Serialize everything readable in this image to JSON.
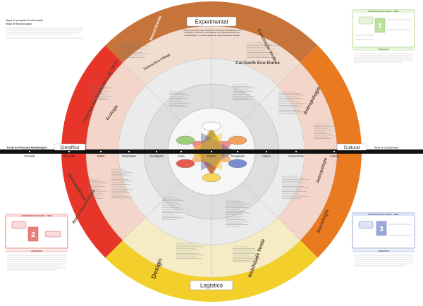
{
  "top_left": {
    "title_line1": "Mapa de pesquisa de informação",
    "title_line2": "Mapa de transpicuação"
  },
  "axis": {
    "left_label": "Ponto de Processo Metodológico",
    "right_label": "Áreas de Conhecimento",
    "stops": [
      "Introdução",
      "Observação",
      "Análise",
      "Interpretação",
      "Investigação",
      "Acção",
      "Projecto",
      "Triangulação",
      "Captulo",
      "Conhecimento",
      "Cultural"
    ]
  },
  "quadrants": {
    "top": "Experimental",
    "bottom": "Logístico",
    "left": "Científico",
    "right": "Cultural"
  },
  "outer_ring_labels": {
    "top_left": "Neurociências",
    "top_right": "Construção Verde",
    "left_upper": "Ciências do Ambiente e da Terra",
    "left_lower": "Neurociência",
    "left_bottom": "Arte e Neurociência",
    "right_upper": "Antropologia",
    "right_mid": "Antropologia",
    "right_lower": "Sociologia",
    "bottom_left": "Design",
    "bottom_right": "Mobilidade Verde"
  },
  "inner_labels": {
    "ecology": "Ecologia",
    "tamera": "Tamera Eco-Village",
    "cal_earth": "Cal-Earth Eco-Dome",
    "experimental_desc": "Método científico que consiste em procurar observações, em condições especiais, para verificar uma hipótese através de manipulação e controlo através de experimentação de algo."
  },
  "right_panels": {
    "top": {
      "title": "CONSTRUÇÃO DO JOGO 1 - TEMA",
      "number": "1",
      "section": "CONCEITOS"
    },
    "bottom": {
      "title": "CONSTRUÇÃO DO JOGO 3 - TEMA",
      "number": "3",
      "section": "CONCEITOS"
    }
  },
  "left_panels": {
    "bottom": {
      "title": "CONSTRUÇÃO DO JOGO 2 - TEMA",
      "number": "2",
      "section": "CONCEITOS"
    }
  },
  "colors": {
    "outer_top": "#c6743a",
    "outer_left": "#e8352a",
    "outer_right": "#e97a20",
    "outer_bottom": "#f2cf2a",
    "ring2": "#f2cdbf",
    "ring3": "#e6e6e6",
    "ring4": "#cfcfcf",
    "center": "#ffffff",
    "axis": "#111111",
    "panel_green": "#7fbe4a",
    "panel_red": "#d6322e",
    "panel_blue": "#5a6db5"
  }
}
